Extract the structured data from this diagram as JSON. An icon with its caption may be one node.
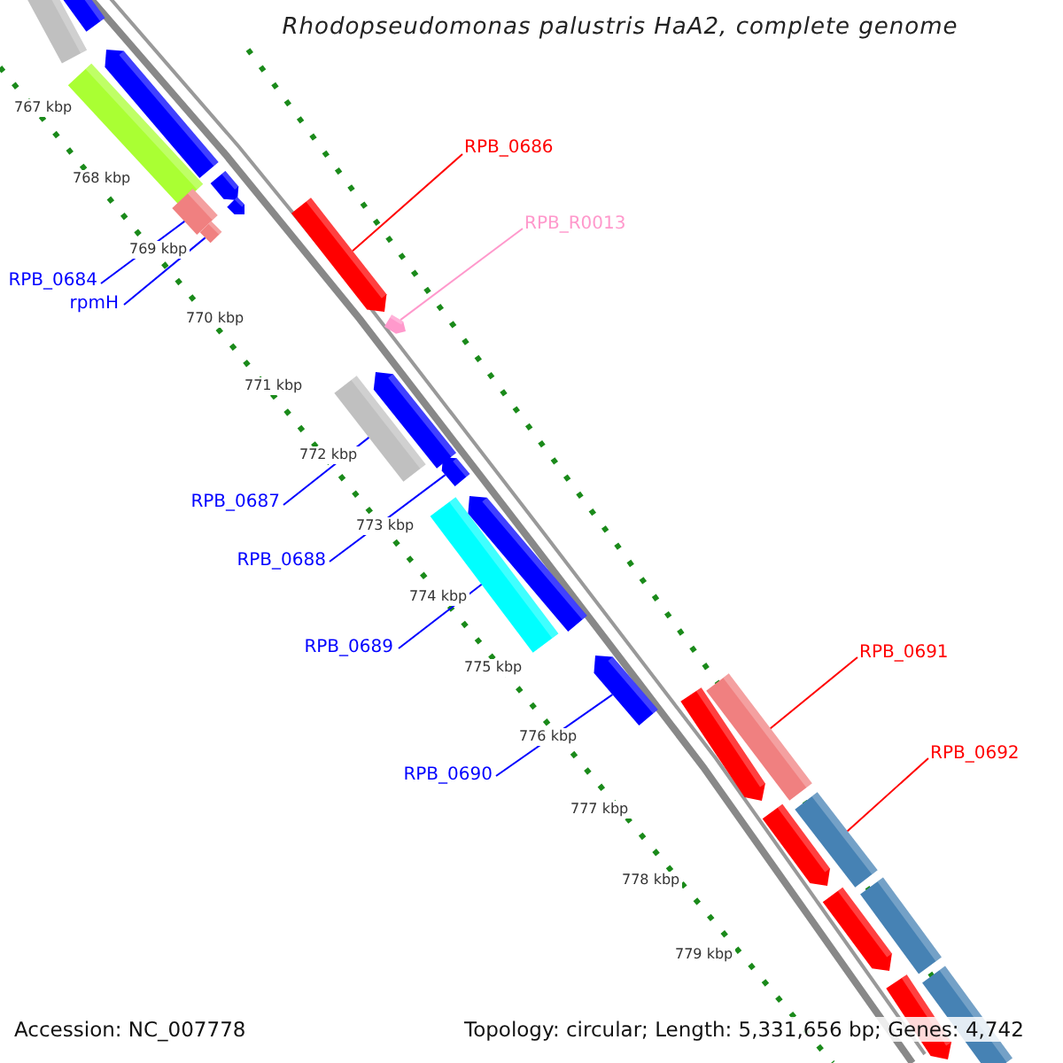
{
  "diagram": {
    "title": "Rhodopseudomonas palustris HaA2, complete genome",
    "nodes": [
      {
        "text": [
          "RPB_0686"
        ]
      },
      {
        "text": [
          "RPB_R0013"
        ]
      },
      {
        "text": [
          "RPB_0684"
        ]
      },
      {
        "text": [
          "rpmH"
        ]
      },
      {
        "text": [
          "RPB_0687"
        ]
      },
      {
        "text": [
          "RPB_0688"
        ]
      },
      {
        "text": [
          "RPB_0689"
        ]
      },
      {
        "text": [
          "RPB_0690"
        ]
      },
      {
        "text": [
          "RPB_0691"
        ]
      },
      {
        "text": [
          "RPB_0692"
        ]
      },
      {
        "text": [],
        "shape": "bar"
      },
      {
        "text": [],
        "shape": "bar"
      },
      {
        "text": [],
        "shape": "arrow"
      },
      {
        "text": [],
        "shape": "bar"
      },
      {
        "text": [],
        "shape": "arrow"
      },
      {
        "text": [],
        "shape": "bar"
      },
      {
        "text": [],
        "shape": "arrow"
      },
      {
        "text": [],
        "shape": "arrow"
      },
      {
        "text": [],
        "shape": "bar"
      },
      {
        "text": [],
        "shape": "arrow"
      },
      {
        "text": [],
        "shape": "arrow"
      },
      {
        "text": [],
        "shape": "bar"
      },
      {
        "text": [],
        "shape": "arrow"
      },
      {
        "text": [],
        "shape": "arrow"
      },
      {
        "text": [],
        "shape": "bar"
      },
      {
        "text": [],
        "shape": "arrow"
      },
      {
        "text": [],
        "shape": "bar"
      },
      {
        "text": [],
        "shape": "arrow"
      },
      {
        "text": [],
        "shape": "bar"
      },
      {
        "text": [],
        "shape": "arrow"
      },
      {
        "text": [],
        "shape": "bar"
      },
      {
        "text": [],
        "shape": "arrow"
      },
      {
        "text": [],
        "shape": "bar"
      },
      {
        "text": [],
        "shape": "arrow"
      }
    ],
    "edges": [
      {
        "from": 0,
        "to": 17,
        "arrow": "none",
        "color": "#ff0000"
      },
      {
        "from": 1,
        "to": 19,
        "arrow": "none",
        "color": "#ff99cc"
      },
      {
        "from": 2,
        "to": 15,
        "arrow": "none"
      },
      {
        "from": 3,
        "to": 18,
        "arrow": "none"
      },
      {
        "from": 4,
        "to": 21,
        "arrow": "none"
      },
      {
        "from": 5,
        "to": 22,
        "arrow": "none"
      },
      {
        "from": 6,
        "to": 24,
        "arrow": "none"
      },
      {
        "from": 7,
        "to": 25,
        "arrow": "none"
      },
      {
        "from": 8,
        "to": 26,
        "arrow": "none",
        "color": "#ff0000"
      },
      {
        "from": 9,
        "to": 28,
        "arrow": "none",
        "color": "#ff0000"
      }
    ],
    "labels": [
      "767 kbp",
      "768 kbp",
      "769 kbp",
      "770 kbp",
      "771 kbp",
      "772 kbp",
      "773 kbp",
      "774 kbp",
      "775 kbp",
      "776 kbp",
      "777 kbp",
      "778 kbp",
      "779 kbp",
      "Accession: NC_007778",
      "Topology: circular; Length: 5,331,656 bp; Genes: 4,742"
    ]
  }
}
